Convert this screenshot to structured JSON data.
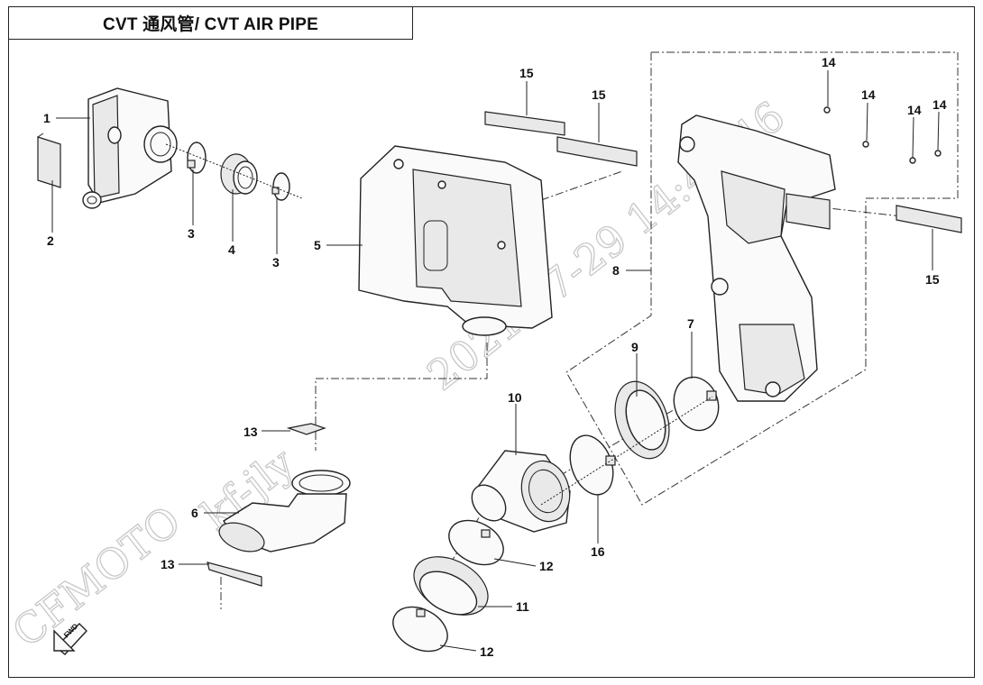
{
  "title": "CVT 通风管/ CVT AIR PIPE",
  "watermark": {
    "brand": "CFMOTO",
    "user": "kf-jly",
    "timestamp": "2021-07-29 14:43:46"
  },
  "direction_marker": "FWD",
  "callouts": {
    "c1": "1",
    "c2": "2",
    "c3a": "3",
    "c3b": "3",
    "c4": "4",
    "c5": "5",
    "c6": "6",
    "c7": "7",
    "c8": "8",
    "c9": "9",
    "c10": "10",
    "c11": "11",
    "c12a": "12",
    "c12b": "12",
    "c13a": "13",
    "c13b": "13",
    "c14a": "14",
    "c14b": "14",
    "c14c": "14",
    "c14d": "14",
    "c15a": "15",
    "c15b": "15",
    "c15c": "15",
    "c16": "16"
  }
}
